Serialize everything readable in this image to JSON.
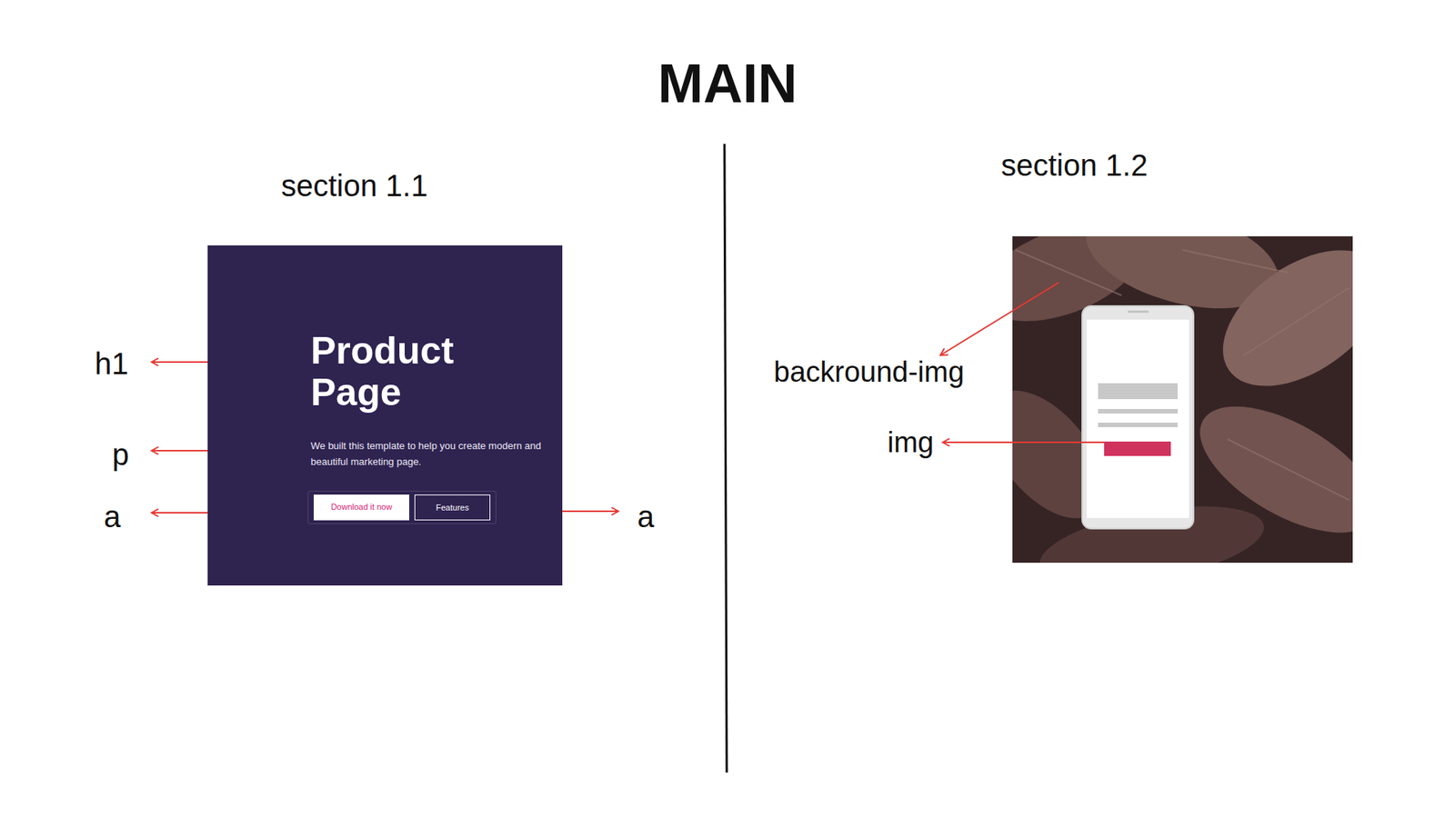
{
  "diagram": {
    "title": "MAIN",
    "nodes": [
      {
        "text": [
          "Product Page",
          "We built this template to help you create modern and beautiful marketing page."
        ]
      },
      {
        "text": [
          "Download it now"
        ],
        "in": 0
      },
      {
        "text": [
          "Features"
        ],
        "in": 0
      }
    ],
    "labels": [
      "section 1.1",
      "section 1.2",
      "h1",
      "p",
      "a",
      "a",
      "backround-img",
      "img"
    ]
  }
}
